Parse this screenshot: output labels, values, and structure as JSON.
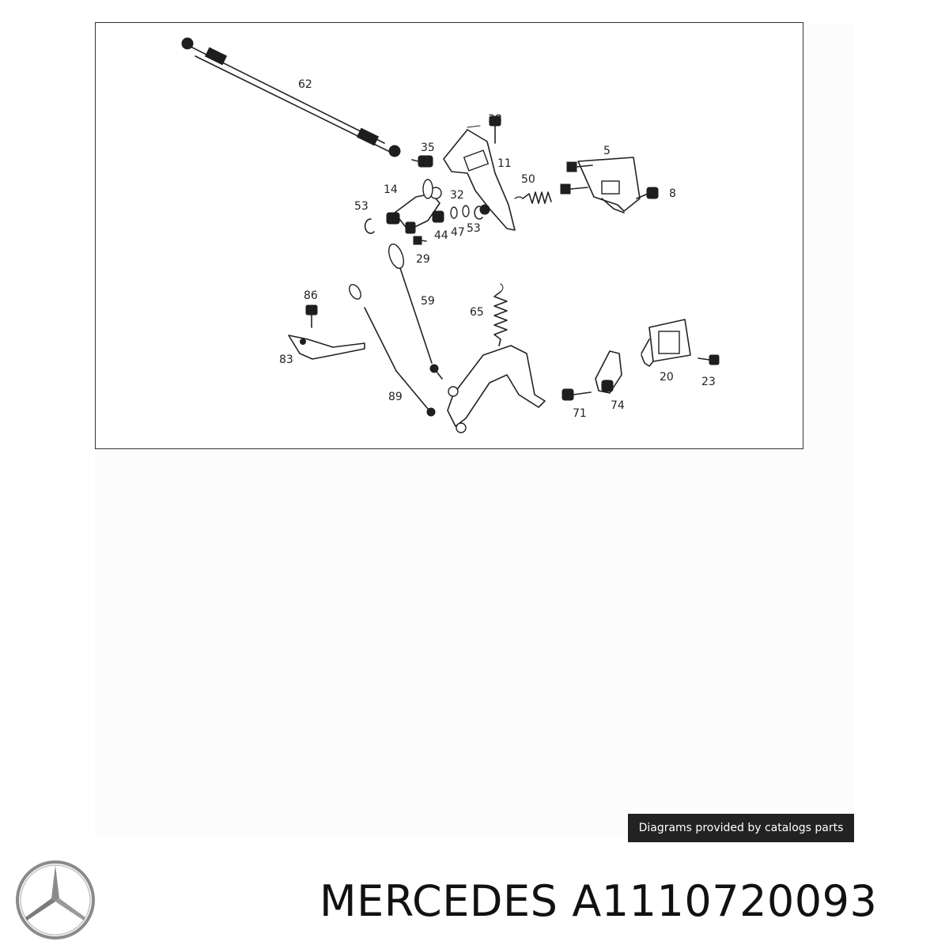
{
  "diagram": {
    "part_numbers": [
      "62",
      "38",
      "35",
      "11",
      "5",
      "14",
      "32",
      "50",
      "8",
      "53",
      "44",
      "47",
      "29",
      "86",
      "59",
      "65",
      "83",
      "89",
      "20",
      "23",
      "74",
      "71"
    ]
  },
  "credit": "Diagrams provided by catalogs parts",
  "title": {
    "brand": "MERCEDES",
    "part_number": "A1110720093"
  },
  "logo": {
    "icon": "mercedes-star-icon",
    "color": "#8a8a8a"
  }
}
